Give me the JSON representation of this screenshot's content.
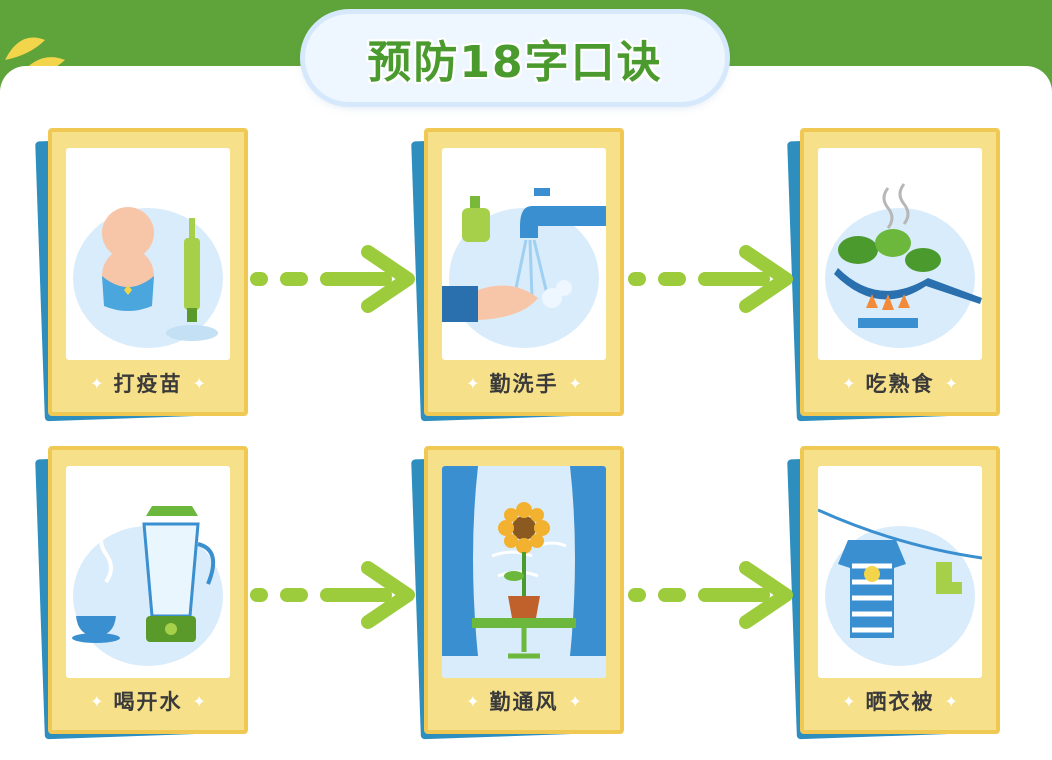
{
  "title": "预防18字口诀",
  "cards": [
    {
      "label": "打疫苗",
      "icon": "vaccine-icon"
    },
    {
      "label": "勤洗手",
      "icon": "handwash-icon"
    },
    {
      "label": "吃熟食",
      "icon": "cooking-icon"
    },
    {
      "label": "喝开水",
      "icon": "boiled-water-icon"
    },
    {
      "label": "勤通风",
      "icon": "ventilation-icon"
    },
    {
      "label": "晒衣被",
      "icon": "sun-clothes-icon"
    }
  ],
  "colors": {
    "background": "#5ea43a",
    "title_text": "#4a9a2e",
    "card_frame": "#f7e08a",
    "card_back": "#2e8fbf",
    "arrow": "#9ccc3c",
    "blob": "#d9ecfb"
  }
}
